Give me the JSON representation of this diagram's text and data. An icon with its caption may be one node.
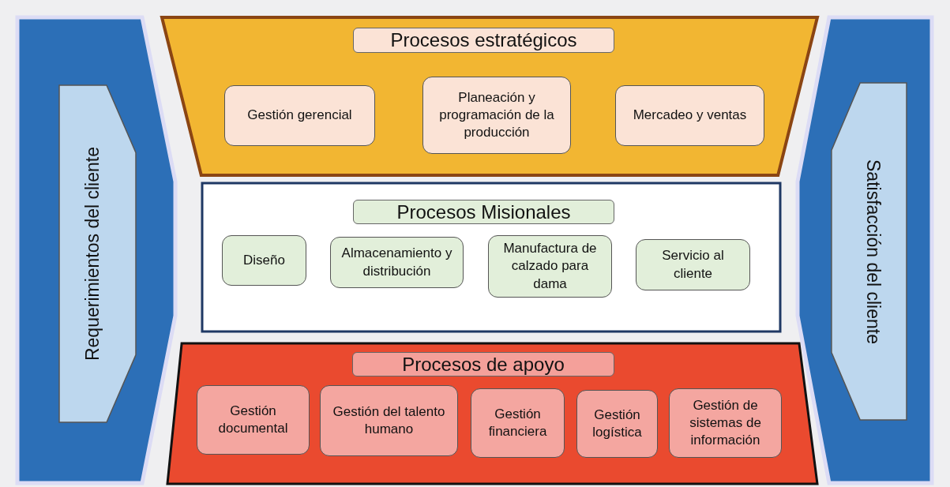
{
  "diagram": {
    "nodes": [
      {
        "text": [
          "Requerimientos del cliente"
        ]
      },
      {
        "text": [
          "Procesos estratégicos"
        ]
      },
      {
        "text": [
          "Gestión gerencial"
        ],
        "in": 1
      },
      {
        "text": [
          "Planeación y programación de la producción"
        ],
        "in": 1
      },
      {
        "text": [
          "Mercadeo y ventas"
        ],
        "in": 1
      },
      {
        "text": [
          "Procesos Misionales"
        ]
      },
      {
        "text": [
          "Diseño"
        ],
        "in": 5
      },
      {
        "text": [
          "Almacenamiento y distribución"
        ],
        "in": 5
      },
      {
        "text": [
          "Manufactura de calzado para dama"
        ],
        "in": 5
      },
      {
        "text": [
          "Servicio al cliente"
        ],
        "in": 5
      },
      {
        "text": [
          "Procesos de apoyo"
        ]
      },
      {
        "text": [
          "Gestión documental"
        ],
        "in": 10
      },
      {
        "text": [
          "Gestión del talento humano"
        ],
        "in": 10
      },
      {
        "text": [
          "Gestión financiera"
        ],
        "in": 10
      },
      {
        "text": [
          "Gestión logística"
        ],
        "in": 10
      },
      {
        "text": [
          "Gestión de sistemas de información"
        ],
        "in": 10
      },
      {
        "text": [
          "Satisfacción del cliente"
        ]
      }
    ]
  }
}
